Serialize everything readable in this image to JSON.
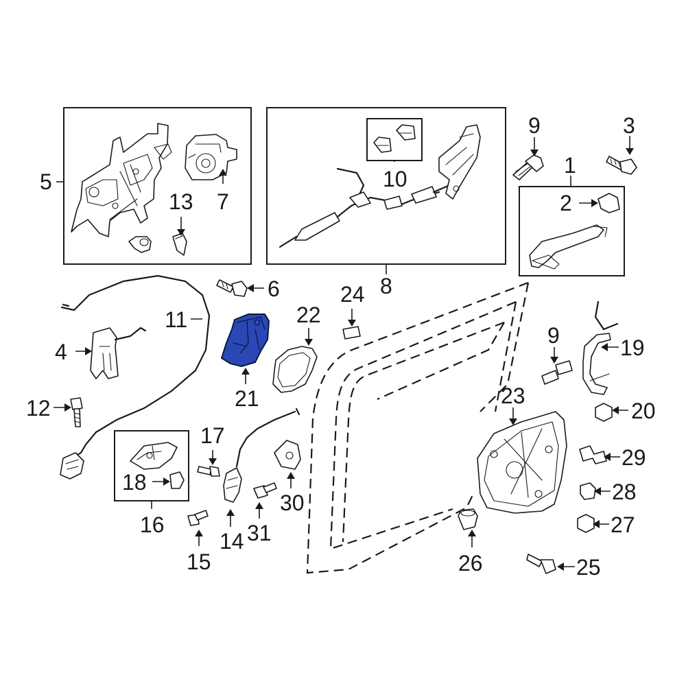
{
  "highlight_color": "#2a48b5",
  "line_color": "#1a1a1a",
  "background": "#ffffff",
  "highlighted_part": "21",
  "callouts": {
    "c1": "1",
    "c2": "2",
    "c3": "3",
    "c4": "4",
    "c5": "5",
    "c6": "6",
    "c7": "7",
    "c8": "8",
    "c9a": "9",
    "c9b": "9",
    "c10": "10",
    "c11": "11",
    "c12": "12",
    "c13": "13",
    "c14": "14",
    "c15": "15",
    "c16": "16",
    "c17": "17",
    "c18": "18",
    "c19": "19",
    "c20": "20",
    "c21": "21",
    "c22": "22",
    "c23": "23",
    "c24": "24",
    "c25": "25",
    "c26": "26",
    "c27": "27",
    "c28": "28",
    "c29": "29",
    "c30": "30",
    "c31": "31"
  }
}
